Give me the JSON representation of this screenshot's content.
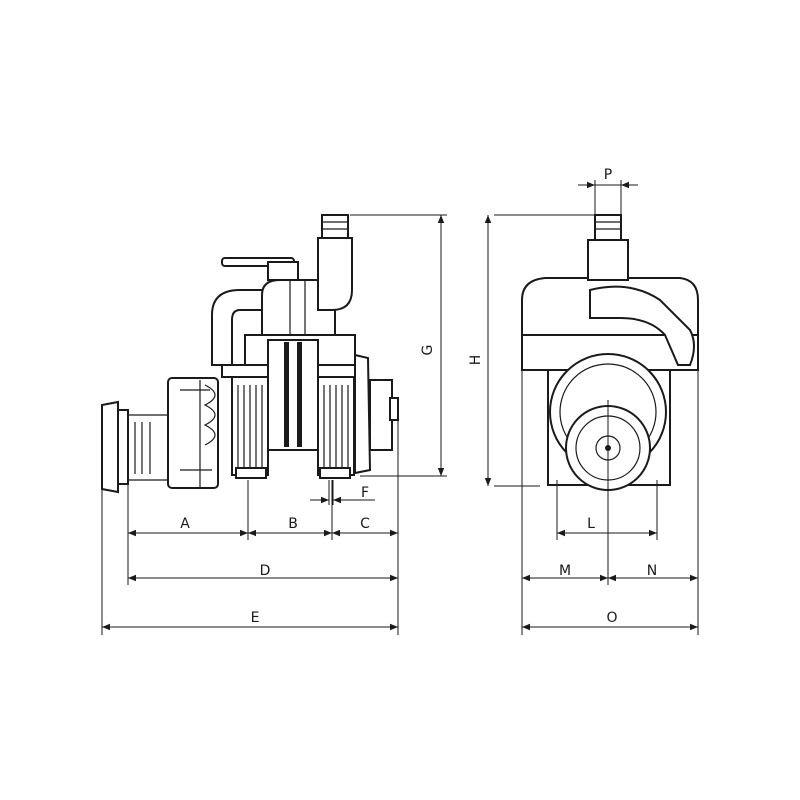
{
  "drawing": {
    "title": "Pump dimension drawing",
    "dimensions": {
      "A": "A",
      "B": "B",
      "C": "C",
      "D": "D",
      "E": "E",
      "F": "F",
      "G": "G",
      "H": "H",
      "L": "L",
      "M": "M",
      "N": "N",
      "O": "O",
      "P": "P"
    }
  }
}
